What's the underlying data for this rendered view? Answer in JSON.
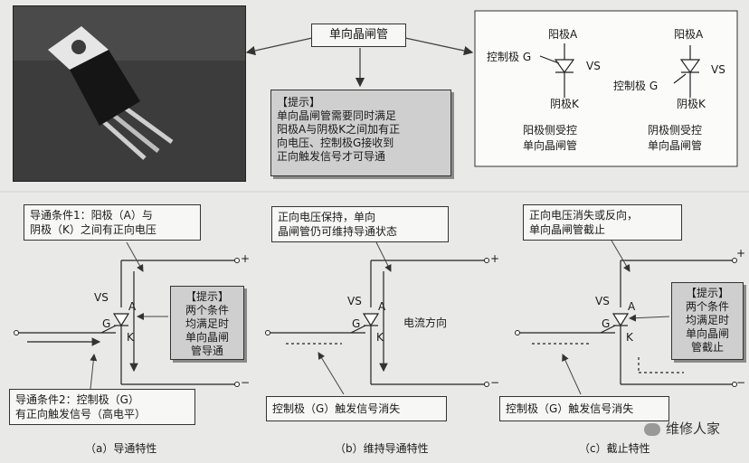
{
  "title_box": "单向晶闸管",
  "top_note": {
    "title": "【提示】",
    "lines": [
      "单向晶闸管需要同时满足",
      "阳极A与阴极K之间加有正",
      "向电压、控制极G接收到",
      "正向触发信号才可导通"
    ]
  },
  "symbols": {
    "anode": "阳极A",
    "gate": "控制极 G",
    "vs": "VS",
    "cathode": "阴极K",
    "left_caption": [
      "阳极侧受控",
      "单向晶闸管"
    ],
    "right_caption": [
      "阴极侧受控",
      "单向晶闸管"
    ]
  },
  "panel_a": {
    "cond1": [
      "导通条件1：阳极（A）与",
      "阴极（K）之间有正向电压"
    ],
    "note_title": "【提示】",
    "note_lines": [
      "两个条件",
      "均满足时",
      "单向晶闸",
      "管导通"
    ],
    "cond2": [
      "导通条件2：控制极（G）",
      "有正向触发信号（高电平）"
    ],
    "caption": "（a）导通特性"
  },
  "panel_b": {
    "top": [
      "正向电压保持，单向",
      "晶闸管仍可维持导通状态"
    ],
    "current": "电流方向",
    "bottom": "控制极（G）触发信号消失",
    "caption": "（b）维持导通特性"
  },
  "panel_c": {
    "top": [
      "正向电压消失或反向，",
      "单向晶闸管截止"
    ],
    "note_title": "【提示】",
    "note_lines": [
      "两个条件",
      "均满足时",
      "单向晶闸",
      "管截止"
    ],
    "bottom": "控制极（G）触发信号消失",
    "caption": "（c）截止特性"
  },
  "circuit_labels": {
    "vs": "VS",
    "a": "A",
    "g": "G",
    "k": "K",
    "plus": "+",
    "minus": "−"
  },
  "watermark": "维修人家"
}
